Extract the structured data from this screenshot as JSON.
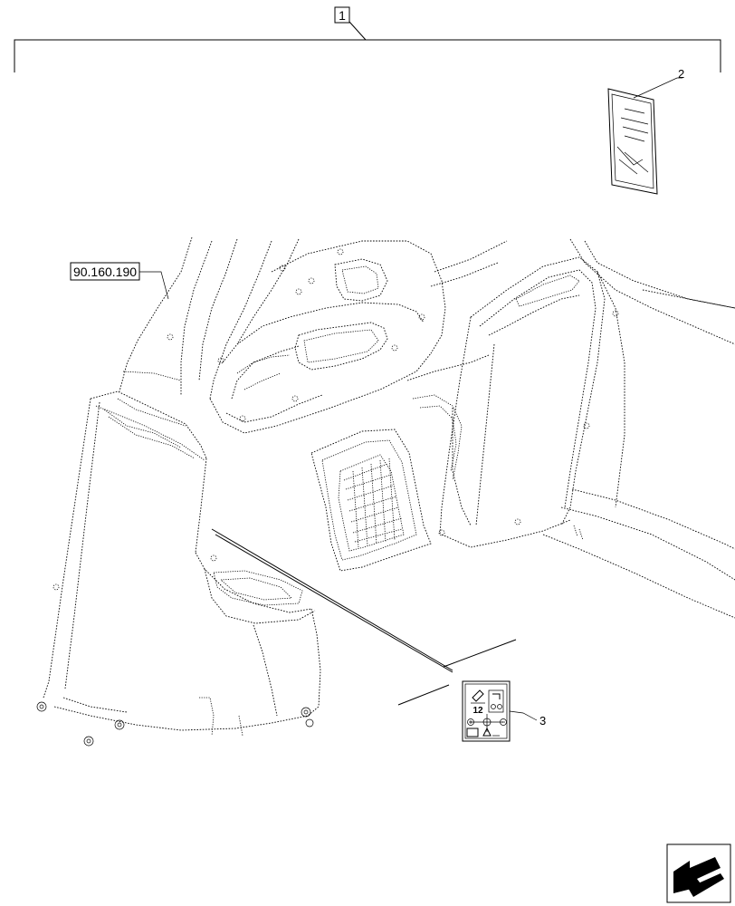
{
  "callouts": {
    "assembly": "1",
    "manual": "2",
    "decal": "3",
    "reference": "90.160.190"
  },
  "icons": {
    "direction": "direction-arrow-icon"
  }
}
